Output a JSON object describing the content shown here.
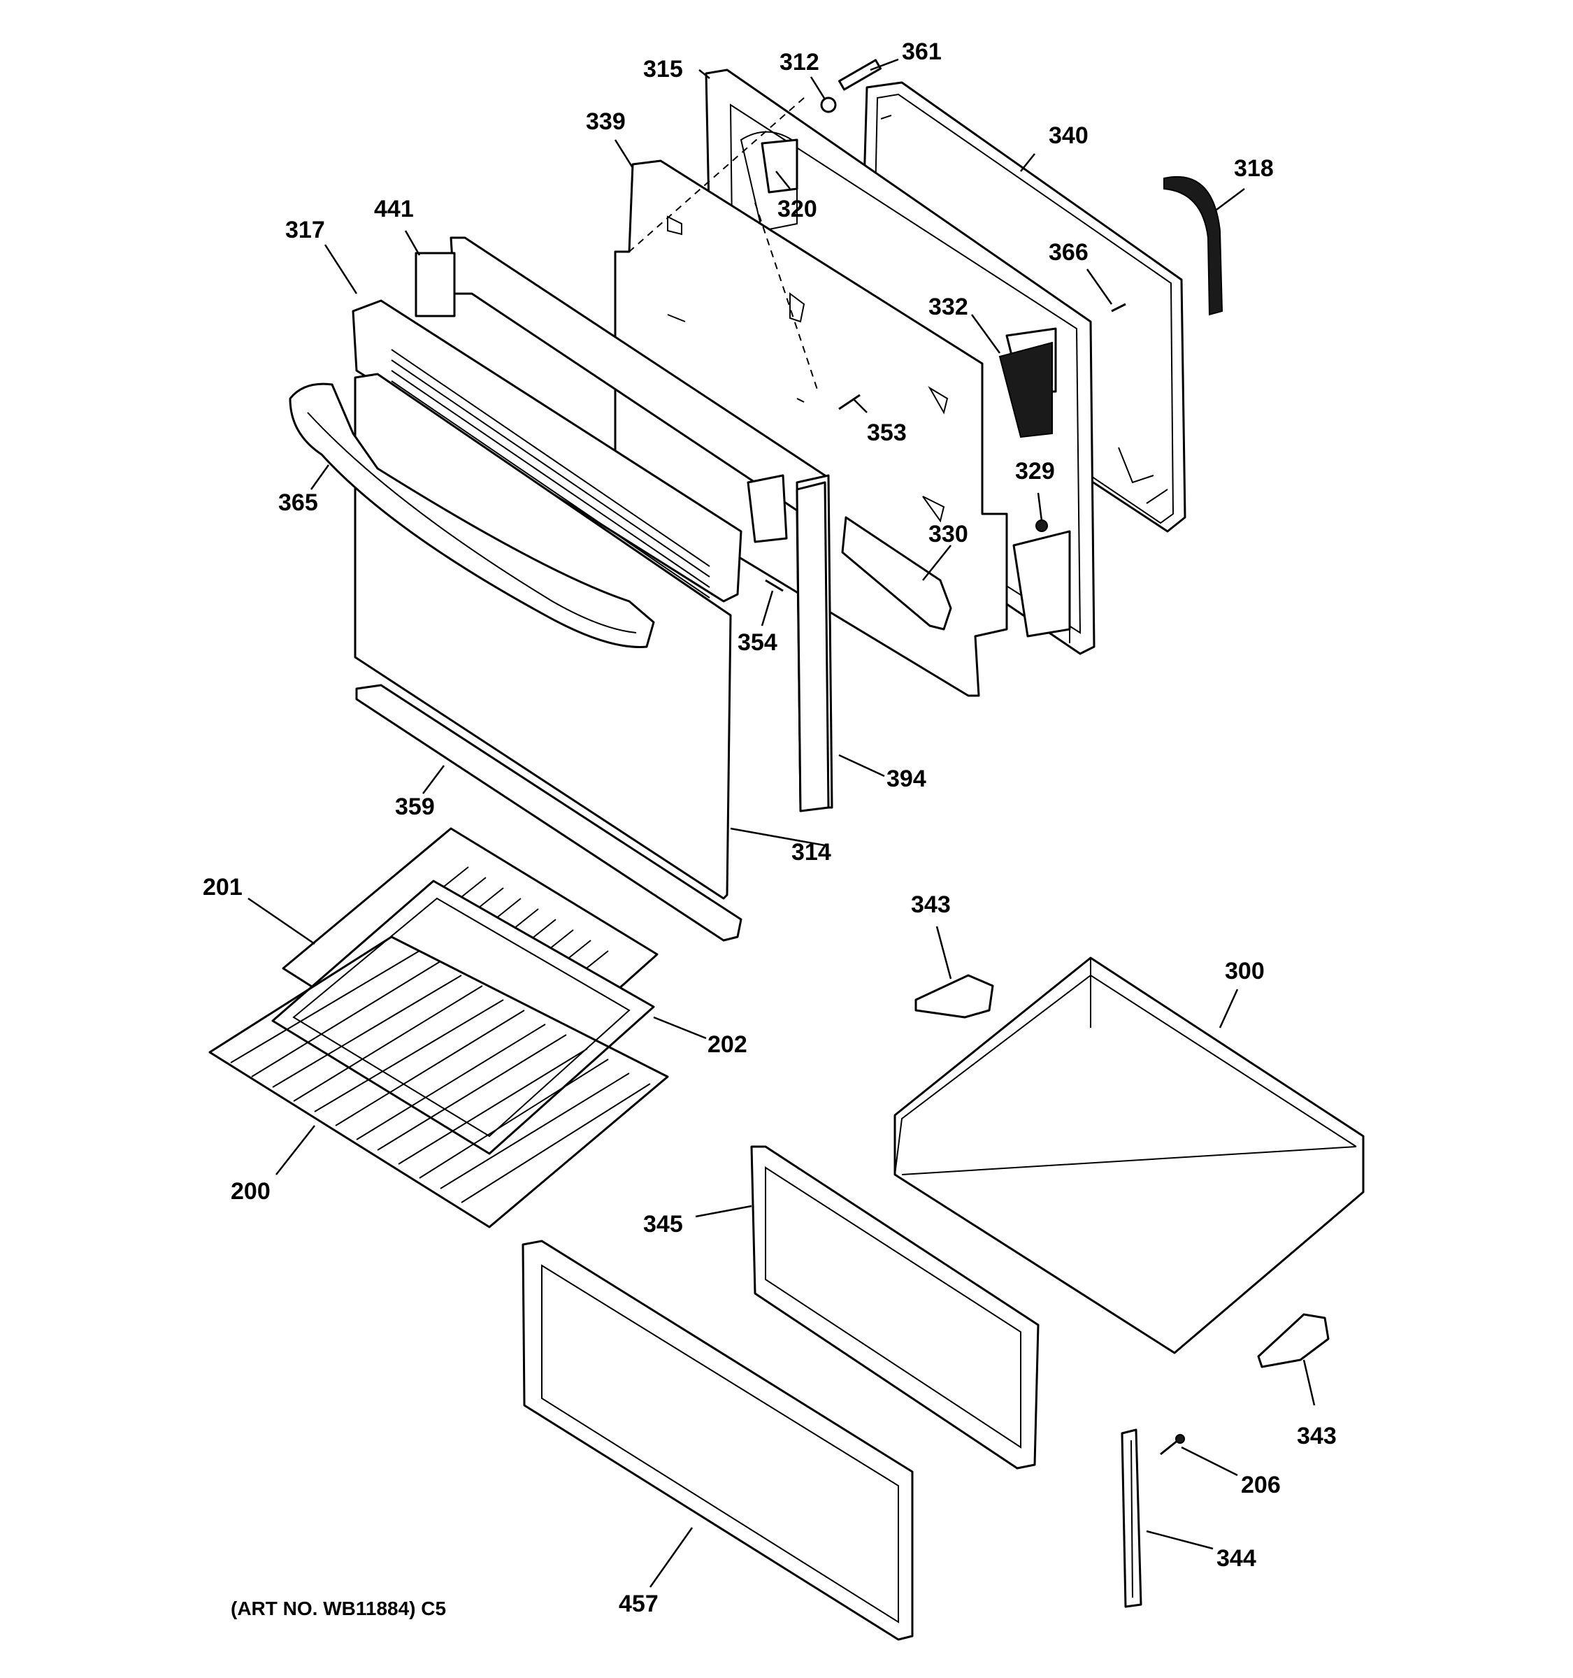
{
  "callouts": {
    "c312": "312",
    "c361": "361",
    "c315": "315",
    "c339": "339",
    "c340": "340",
    "c318": "318",
    "c320": "320",
    "c441": "441",
    "c317": "317",
    "c366": "366",
    "c332": "332",
    "c353": "353",
    "c365": "365",
    "c329": "329",
    "c330": "330",
    "c354": "354",
    "c394": "394",
    "c359": "359",
    "c314": "314",
    "c201": "201",
    "c343a": "343",
    "c300": "300",
    "c202": "202",
    "c200": "200",
    "c345": "345",
    "c343b": "343",
    "c206": "206",
    "c344": "344",
    "c457": "457"
  },
  "art_number": "(ART NO. WB11884) C5"
}
